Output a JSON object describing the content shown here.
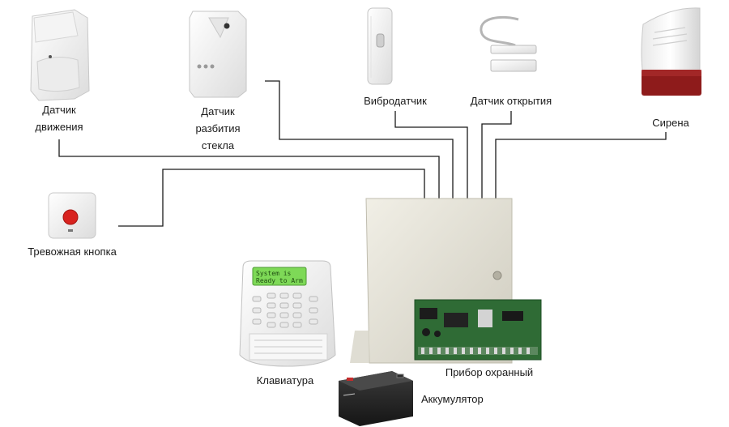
{
  "labels": {
    "motion_sensor": "Датчик\nдвижения",
    "glass_break_sensor": "Датчик\nразбития\nстекла",
    "vibration_sensor": "Вибродатчик",
    "door_contact": "Датчик открытия",
    "siren": "Сирена",
    "panic_button": "Тревожная кнопка",
    "keypad": "Клавиатура",
    "control_panel": "Прибор охранный",
    "battery": "Аккумулятор"
  },
  "keypad_display": {
    "line1": "System is",
    "line2": "Ready to Arm"
  },
  "colors": {
    "wire": "#1a1a1a",
    "lcd": "#7ed957",
    "pcb": "#2f6b35",
    "siren_red": "#8e1b1b",
    "panic_red": "#d8231f",
    "battery_body": "#2a2a2a"
  }
}
